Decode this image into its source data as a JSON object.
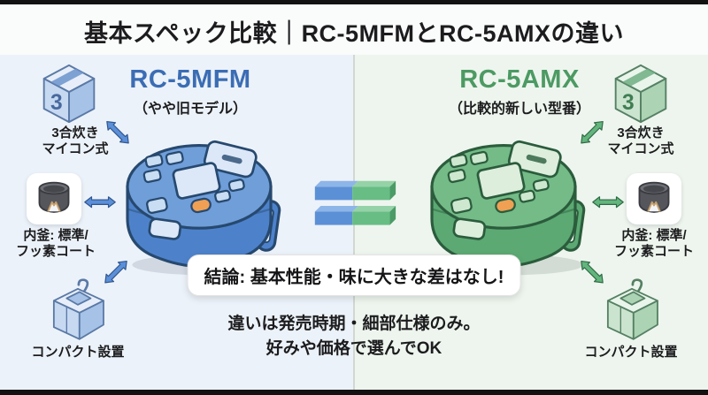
{
  "title": "基本スペック比較｜RC-5MFMとRC-5AMXの違い",
  "box_number": "3",
  "left": {
    "model": "RC-5MFM",
    "note": "（やや旧モデル）",
    "features": [
      {
        "icon": "capacity-box-icon",
        "label": "3合炊き\nマイコン式"
      },
      {
        "icon": "inner-pot-icon",
        "label": "内釜: 標準/\nフッ素コート"
      },
      {
        "icon": "compact-sink-icon",
        "label": "コンパクト設置"
      }
    ]
  },
  "right": {
    "model": "RC-5AMX",
    "note": "（比較的新しい型番）",
    "features": [
      {
        "icon": "capacity-box-icon",
        "label": "3合炊き\nマイコン式"
      },
      {
        "icon": "inner-pot-icon",
        "label": "内釜: 標準/\nフッ素コート"
      },
      {
        "icon": "compact-sink-icon",
        "label": "コンパクト設置"
      }
    ]
  },
  "center": {
    "conclusion": "結論: 基本性能・味に大きな差はなし!",
    "note1": "違いは発売時期・細部仕様のみ。",
    "note2": "好みや価格で選んでOK"
  },
  "colors": {
    "page": {
      "band": "#121212",
      "titlebg": "#fafbfb",
      "divider": "#d2d7d2",
      "text": "#1c1c1e",
      "left-bg": "#ecf2f9",
      "right-bg": "#eef5ee"
    },
    "left": {
      "accent": "#3b6db4",
      "body": "#4d82cb",
      "panel": "#6f9ed9",
      "display": "#dce8f7",
      "line": "#27496f",
      "btn": "#c9ddf3",
      "orange": "#f0a053",
      "arrow": "#5b8fd8",
      "arrow-line": "#30568f",
      "icon-top": "#e7eef9",
      "icon-left": "#c6d9f1",
      "icon-right": "#a6c2e7",
      "icon-line": "#5a79a6",
      "tape": "#6b93cc",
      "num": "#48699e",
      "sidebg": "#ecf2f9"
    },
    "right": {
      "accent": "#4c9a63",
      "body": "#5ca973",
      "panel": "#74bb87",
      "display": "#ddeedd",
      "line": "#2b5c3c",
      "btn": "#cde8cf",
      "orange": "#f0a053",
      "arrow": "#63b57d",
      "arrow-line": "#2e6b45",
      "icon-top": "#e9f5ea",
      "icon-left": "#cbe4cf",
      "icon-right": "#abd3b4",
      "icon-line": "#558063",
      "tape": "#6fae83",
      "num": "#3f7d52",
      "sidebg": "#eef5ee"
    },
    "center": {
      "eq-blue": "#5b90d6",
      "eq-blue-top": "#8db5e8",
      "eq-green": "#67bd84",
      "eq-green-top": "#95d2a7",
      "eq-green-side": "#4b9b67",
      "pill-bg": "#ffffff",
      "pill-border": "#e3e3e3"
    }
  }
}
